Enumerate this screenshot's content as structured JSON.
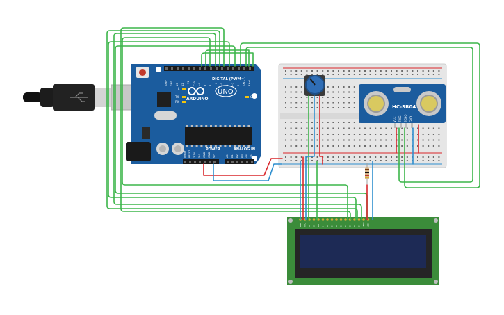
{
  "arduino": {
    "brand": "ARDUINO",
    "model": "UNO",
    "digital_label": "DIGITAL (PWM~)",
    "power_label": "POWER",
    "analog_label": "ANALOG IN",
    "led_l": "L",
    "led_tx": "TX",
    "led_rx": "RX",
    "led_on": "ON",
    "digital_pins": [
      "AREF",
      "GND",
      "13",
      "12",
      "~11",
      "~10",
      "~9",
      "8",
      "7",
      "~6",
      "~5",
      "4",
      "~3",
      "2",
      "TX▸1",
      "RX◂0"
    ],
    "power_pins": [
      "IOREF",
      "RESET",
      "3.3V",
      "5V",
      "GND",
      "GND",
      "Vin"
    ],
    "analog_pins": [
      "A0",
      "A1",
      "A2",
      "A3",
      "A4",
      "A5"
    ]
  },
  "sensor": {
    "label": "HC-SR04",
    "pins": [
      "VCC",
      "TRIG",
      "ECHO",
      "GND"
    ]
  },
  "lcd": {
    "pins": [
      "GND",
      "VCC",
      "V0",
      "RS",
      "RW",
      "E",
      "D0",
      "D1",
      "D2",
      "D3",
      "D4",
      "D5",
      "D6",
      "D7",
      "LED+",
      "LED-"
    ]
  },
  "colors": {
    "board": "#1b5c9e",
    "wire_green": "#3cb54a",
    "wire_red": "#d9262b",
    "wire_blue": "#2f8fcf",
    "lcd_pcb": "#3b8c3a",
    "lcd_screen": "#1d2a55",
    "breadboard": "#e6e6e6"
  }
}
